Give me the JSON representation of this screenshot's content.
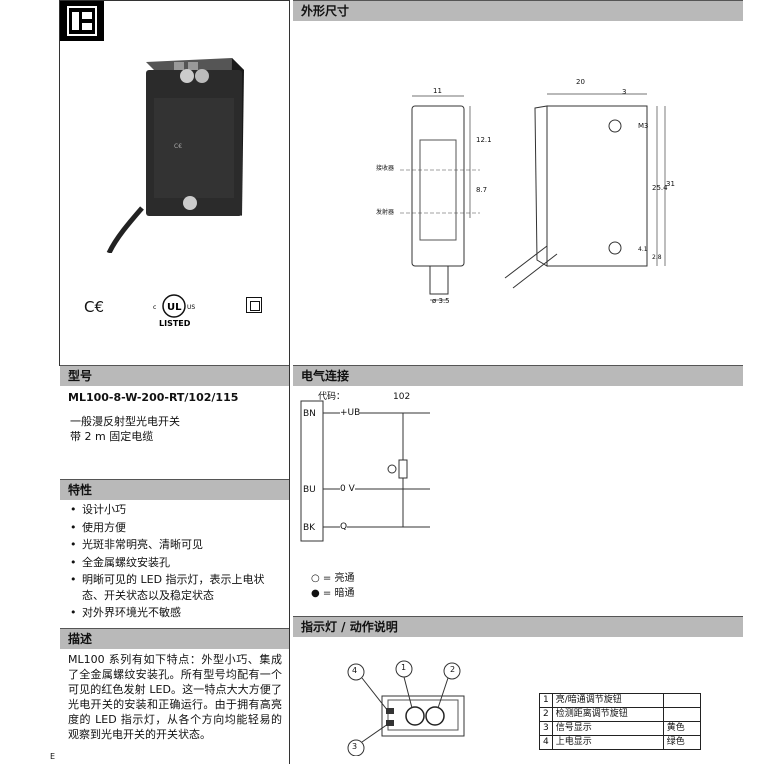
{
  "header": {
    "dimensions_title": "外形尺寸"
  },
  "dimensions": {
    "front_width": "11",
    "front_height_top": "12.1",
    "front_height_bottom": "8.7",
    "receiver_label": "接收器",
    "emitter_label": "发射器",
    "cable_dia": "ø 3.5",
    "side_width": "20",
    "side_offset": "3",
    "thread": "M3",
    "height_31": "31",
    "height_25_4": "25.4",
    "dim_4_1": "4.1",
    "dim_2_8": "2.8"
  },
  "model": {
    "section_title": "型号",
    "code": "ML100-8-W-200-RT/102/115",
    "line1": "一般漫反射型光电开关",
    "line2": "带 2 m 固定电缆"
  },
  "features": {
    "section_title": "特性",
    "items": [
      "设计小巧",
      "使用方便",
      "光斑非常明亮、清晰可见",
      "全金属螺纹安装孔",
      "明晰可见的 LED 指示灯，表示上电状态、开关状态以及稳定状态",
      "对外界环境光不敏感"
    ]
  },
  "description": {
    "section_title": "描述",
    "text": "ML100 系列有如下特点：外型小巧、集成了全金属螺纹安装孔。所有型号均配有一个可见的红色发射 LED。这一特点大大方便了光电开关的安装和正确运行。由于拥有高亮度的 LED 指示灯，从各个方向均能轻易的观察到光电开关的开关状态。"
  },
  "electrical": {
    "section_title": "电气连接",
    "code_label": "代码：",
    "code_value": "102",
    "bn": "BN",
    "bu": "BU",
    "bk": "BK",
    "ub": "+UB",
    "zero_v": "0 V",
    "q": "Q",
    "legend_light": "○ = 亮通",
    "legend_dark": "● = 暗通"
  },
  "indicator": {
    "section_title": "指示灯 / 动作说明",
    "callouts": [
      "1",
      "2",
      "3",
      "4"
    ],
    "table": [
      {
        "num": "1",
        "desc": "亮/暗通调节旋钮",
        "color": ""
      },
      {
        "num": "2",
        "desc": "检测距离调节旋钮",
        "color": ""
      },
      {
        "num": "3",
        "desc": "信号显示",
        "color": "黄色"
      },
      {
        "num": "4",
        "desc": "上电显示",
        "color": "绿色"
      }
    ]
  },
  "footer": {
    "mark": "E"
  }
}
